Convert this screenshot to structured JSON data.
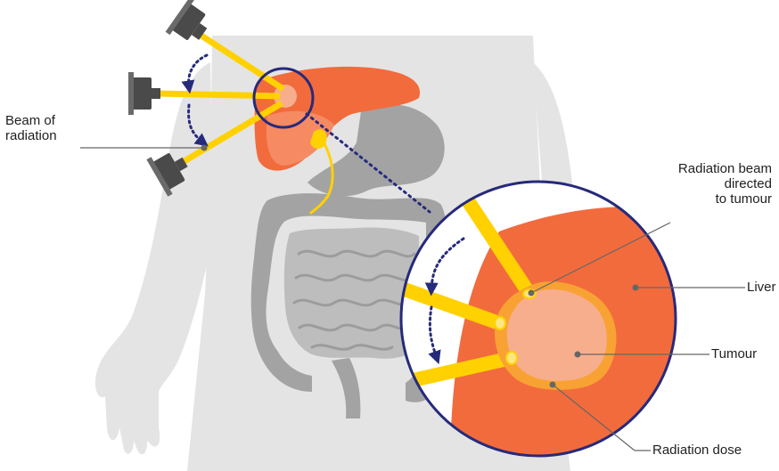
{
  "labels": {
    "beam_of_radiation_1": "Beam of",
    "beam_of_radiation_2": "radiation",
    "radiation_beam_1": "Radiation beam",
    "radiation_beam_2": "directed",
    "radiation_beam_3": "to tumour",
    "liver": "Liver",
    "tumour": "Tumour",
    "radiation_dose": "Radiation dose"
  },
  "colors": {
    "body_silhouette": "#e4e4e4",
    "organs_gray": "#b8b8b8",
    "organs_dark": "#a3a3a3",
    "liver": "#f26b3d",
    "liver_shade": "#e55a2e",
    "tumour": "#f7ae8d",
    "tumour_outline": "#f8a234",
    "beam": "#ffd100",
    "machine": "#4a4a4a",
    "rotation_arrow": "#262a7a",
    "zoom_ring": "#262a7a",
    "leader_line": "#666666"
  },
  "icons": [
    "radiation-machine-icon",
    "rotation-arrow-icon",
    "magnifier-circle-icon"
  ]
}
